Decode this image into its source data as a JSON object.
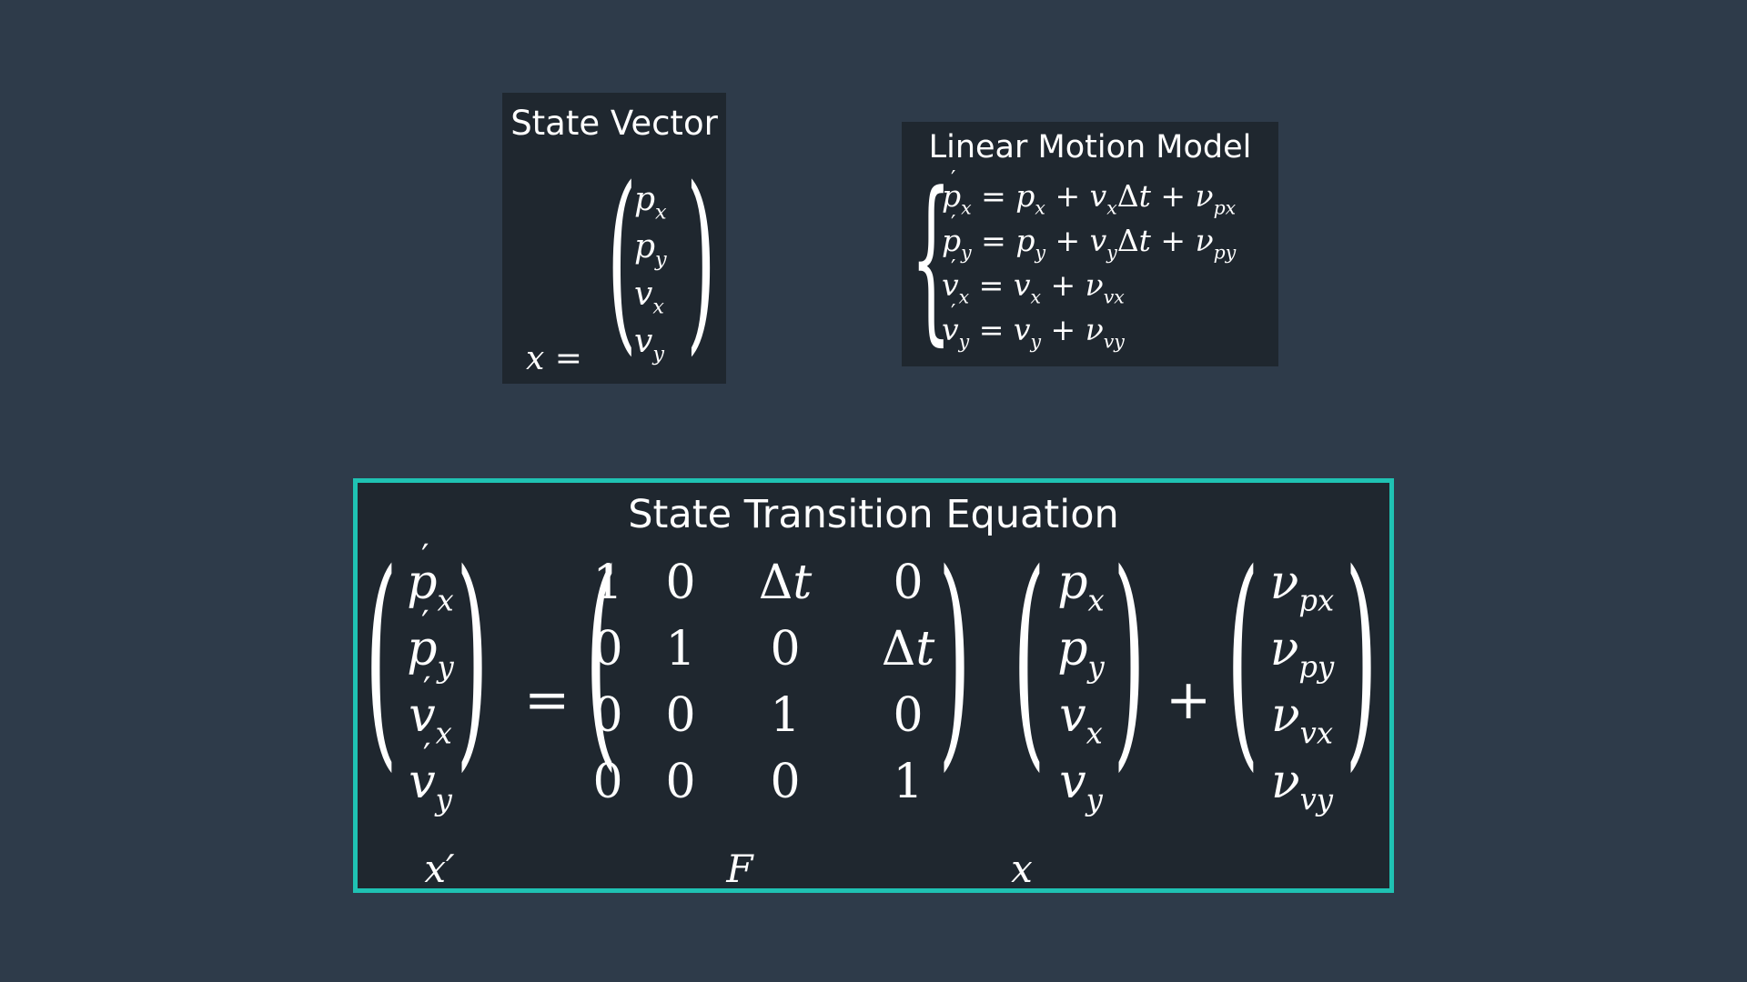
{
  "state_vector": {
    "title": "State Vector",
    "lhs": "x =",
    "entries": [
      {
        "base": "p",
        "sub": "x"
      },
      {
        "base": "p",
        "sub": "y"
      },
      {
        "base": "v",
        "sub": "x"
      },
      {
        "base": "v",
        "sub": "y"
      }
    ]
  },
  "motion_model": {
    "title": "Linear Motion Model",
    "equations": [
      {
        "base": "p",
        "sub": "x",
        "rhs_html": "= <i>p</i><sub>x</sub> + <i>v</i><sub>x</sub><span class='up'>Δ</span><i>t</i> + <i>ν</i><sub>px</sub>"
      },
      {
        "base": "p",
        "sub": "y",
        "rhs_html": "= <i>p</i><sub>y</sub> + <i>v</i><sub>y</sub><span class='up'>Δ</span><i>t</i> + <i>ν</i><sub>py</sub>"
      },
      {
        "base": "v",
        "sub": "x",
        "rhs_html": "= <i>v</i><sub>x</sub> + <i>ν</i><sub>vx</sub>"
      },
      {
        "base": "v",
        "sub": "y",
        "rhs_html": "= <i>v</i><sub>y</sub> + <i>ν</i><sub>vy</sub>"
      }
    ]
  },
  "transition": {
    "title": "State Transition Equation",
    "lhs": [
      {
        "base": "p",
        "sub": "x"
      },
      {
        "base": "p",
        "sub": "y"
      },
      {
        "base": "v",
        "sub": "x"
      },
      {
        "base": "v",
        "sub": "y"
      }
    ],
    "F": [
      [
        "1",
        "0",
        "Δt",
        "0"
      ],
      [
        "0",
        "1",
        "0",
        "Δt"
      ],
      [
        "0",
        "0",
        "1",
        "0"
      ],
      [
        "0",
        "0",
        "0",
        "1"
      ]
    ],
    "x": [
      {
        "base": "p",
        "sub": "x"
      },
      {
        "base": "p",
        "sub": "y"
      },
      {
        "base": "v",
        "sub": "x"
      },
      {
        "base": "v",
        "sub": "y"
      }
    ],
    "noise": [
      {
        "base": "ν",
        "sub": "px"
      },
      {
        "base": "ν",
        "sub": "py"
      },
      {
        "base": "ν",
        "sub": "vx"
      },
      {
        "base": "ν",
        "sub": "vy"
      }
    ],
    "equals": "=",
    "plus": "+",
    "labels": {
      "lhs": "x′",
      "F": "F",
      "x": "x"
    }
  },
  "colors": {
    "background": "#2e3b4a",
    "panel": "#1f272f",
    "accent": "#1fc2b3",
    "text": "#ffffff"
  }
}
